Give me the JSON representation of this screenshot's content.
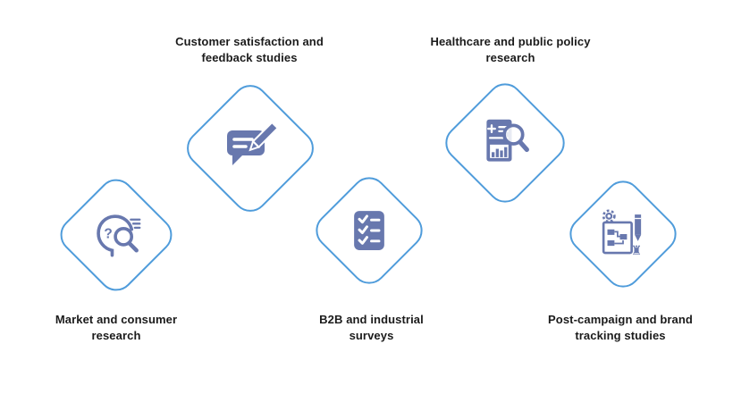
{
  "colors": {
    "diamond_outline": "#4F9CDB",
    "icon_fill": "#6878AE",
    "label_text": "#1B1B1B",
    "background": "#FFFFFF"
  },
  "items": [
    {
      "label": "Market and consumer research",
      "icon": "person-search-icon",
      "label_position": "below"
    },
    {
      "label": "Customer satisfaction and feedback studies",
      "icon": "chat-pencil-icon",
      "label_position": "above"
    },
    {
      "label": "B2B and industrial surveys",
      "icon": "checklist-icon",
      "label_position": "below"
    },
    {
      "label": "Healthcare and public policy research",
      "icon": "report-magnifier-icon",
      "label_position": "above"
    },
    {
      "label": "Post-campaign and brand tracking studies",
      "icon": "campaign-tracking-icon",
      "label_position": "below"
    }
  ]
}
